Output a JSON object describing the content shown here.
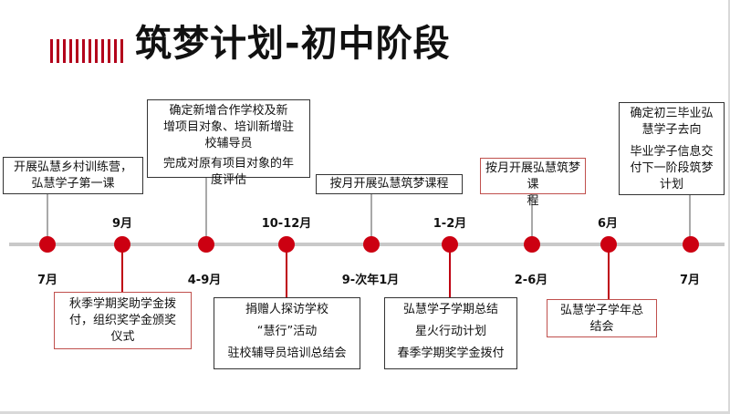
{
  "title": "筑梦计划-初中阶段",
  "timeline": {
    "labels_below": [
      "7月",
      "4-9月",
      "9-次年1月",
      "2-6月",
      "7月"
    ],
    "labels_above": [
      "9月",
      "10-12月",
      "1-2月",
      "6月"
    ]
  },
  "top_boxes": {
    "b1": [
      "开展弘慧乡村训练营，",
      "弘慧学子第一课"
    ],
    "b2": [
      "确定新增合作学校及新",
      "增项目对象、培训新增驻",
      "校辅导员",
      "完成对原有项目对象的年",
      "度评估"
    ],
    "b3": [
      "按月开展弘慧筑梦课程"
    ],
    "b4": [
      "按月开展弘慧筑梦课",
      "程"
    ],
    "b5": [
      "确定初三毕业弘",
      "慧学子去向",
      "毕业学子信息交",
      "付下一阶段筑梦",
      "计划"
    ]
  },
  "bottom_boxes": {
    "b1": [
      "秋季学期奖助学金拨",
      "付，组织奖学金颁奖",
      "仪式"
    ],
    "b2": [
      "捐赠人探访学校",
      "“慧行”活动",
      "驻校辅导员培训总结会"
    ],
    "b3": [
      "弘慧学子学期总结",
      "星火行动计划",
      "春季学期奖学金拨付"
    ],
    "b4": [
      "弘慧学子学年总",
      "结会"
    ]
  },
  "colors": {
    "accent": "#cc0011",
    "axis": "#c9c9c9",
    "border_red": "#c0504d"
  }
}
